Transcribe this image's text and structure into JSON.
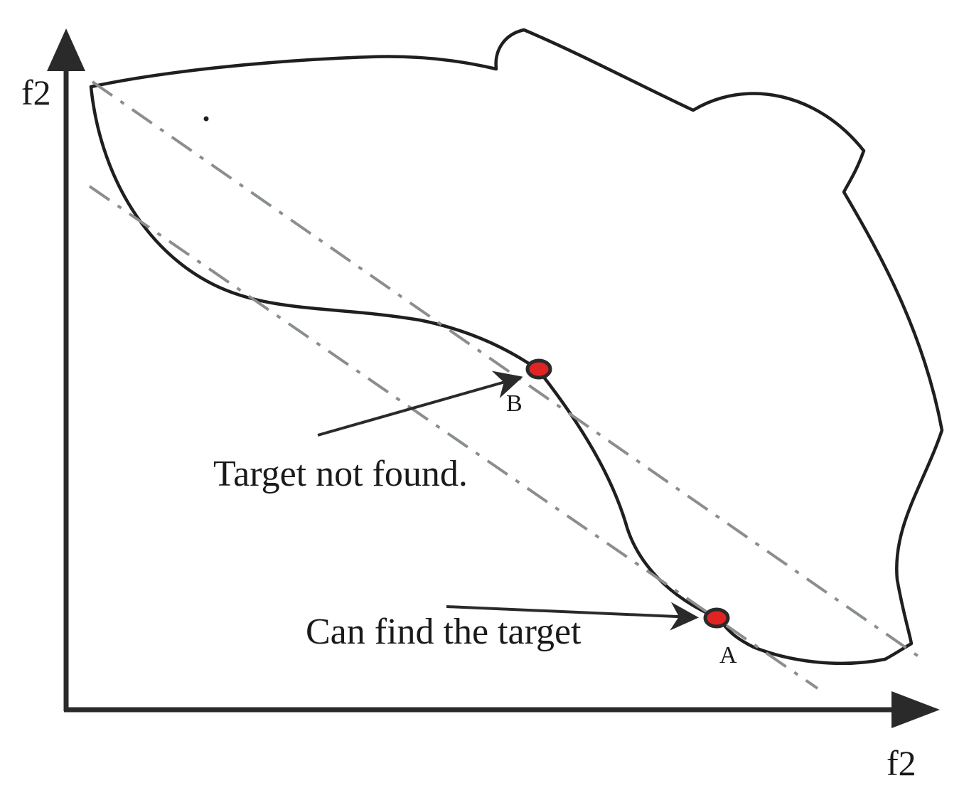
{
  "axes": {
    "y_label": "f2",
    "x_label": "f2"
  },
  "annotations": {
    "not_found": "Target not found.",
    "found": "Can find the target"
  },
  "points": {
    "a_label": "A",
    "b_label": "B"
  },
  "colors": {
    "outline": "#1f1f1f",
    "guide_line": "#8a8f8a",
    "point_fill": "#e02424",
    "axis": "#2a2a2a"
  }
}
